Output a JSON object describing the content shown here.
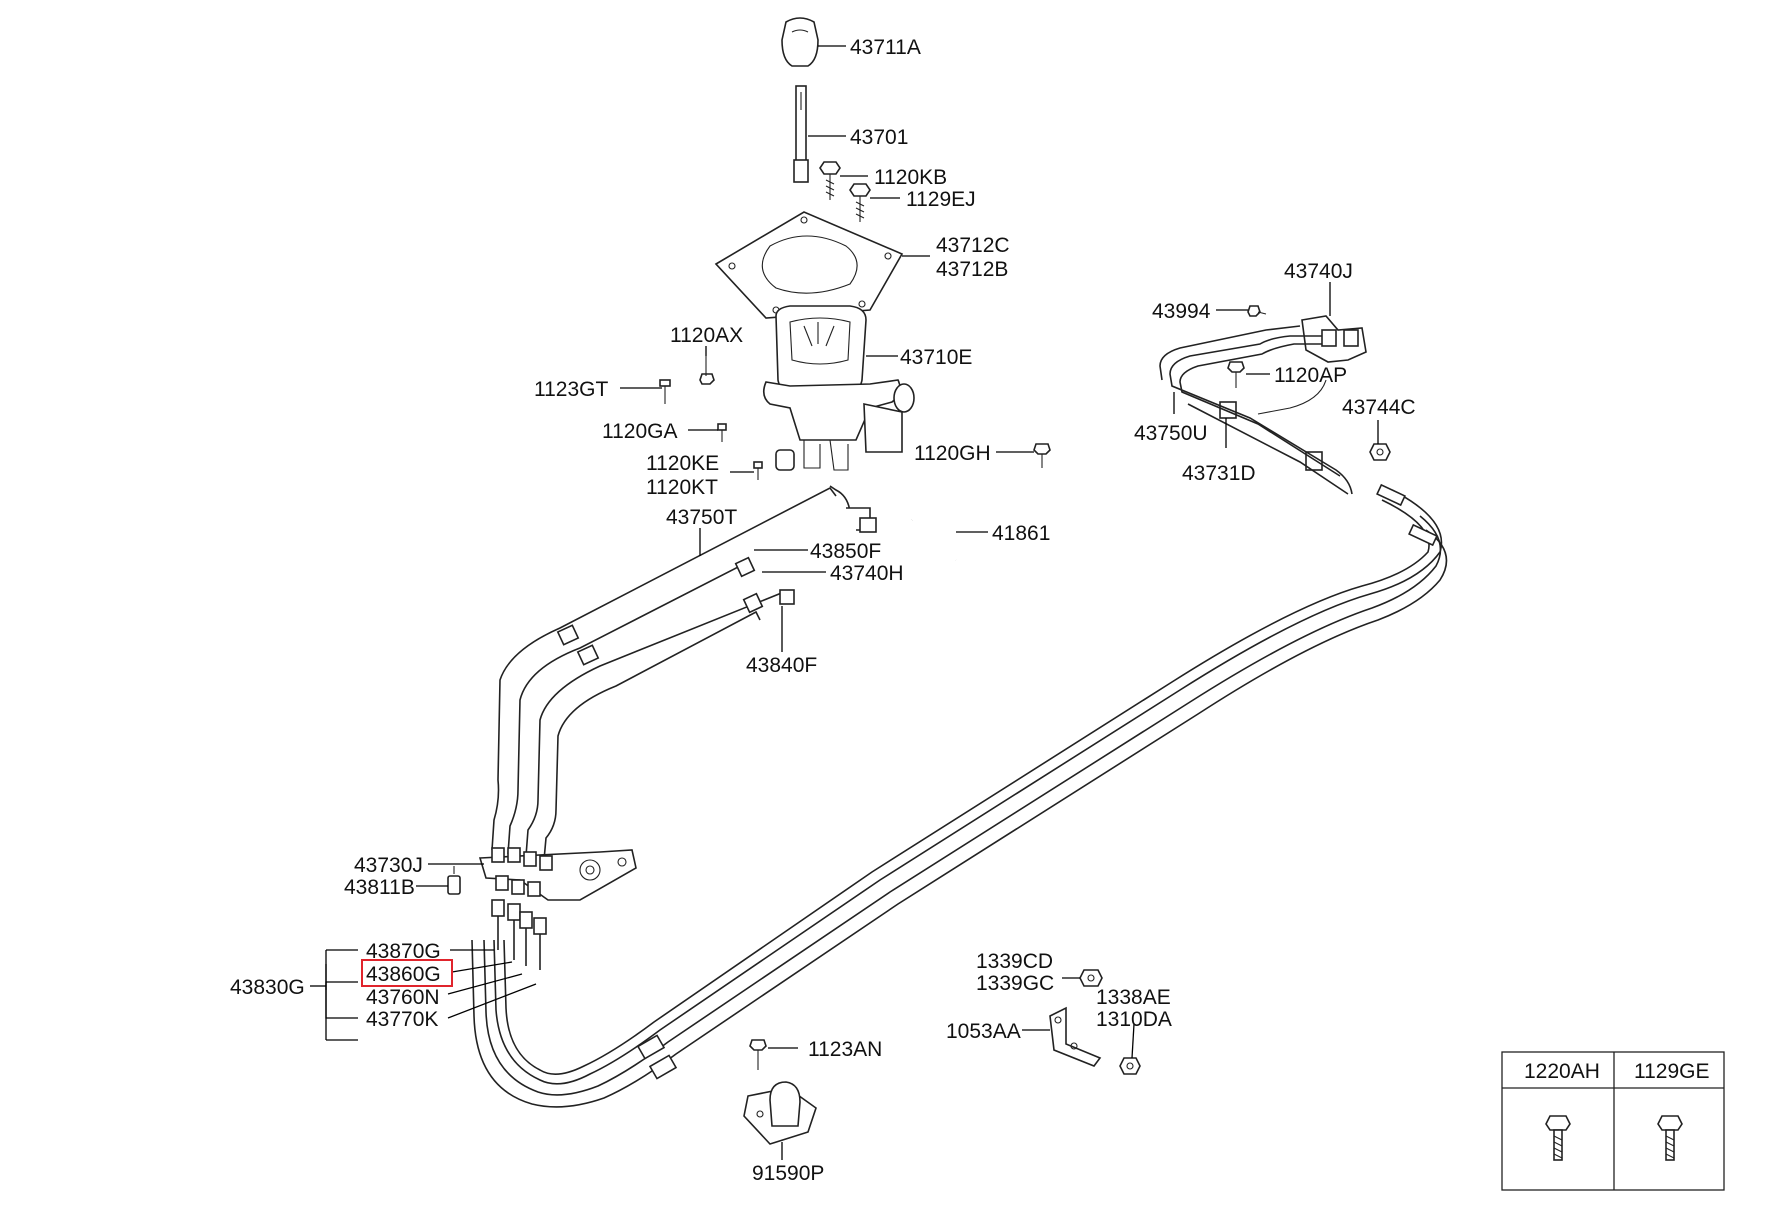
{
  "diagram": {
    "highlight_color": "#e0242c",
    "highlighted_part": "43860G",
    "labels": {
      "l43711A": "43711A",
      "l43701": "43701",
      "l1120KB": "1120KB",
      "l1129EJ": "1129EJ",
      "l43712C": "43712C",
      "l43712B": "43712B",
      "l1120AX": "1120AX",
      "l1123GT": "1123GT",
      "l43710E": "43710E",
      "l1120GA": "1120GA",
      "l1120KE": "1120KE",
      "l1120KT": "1120KT",
      "l1120GH": "1120GH",
      "l43750T": "43750T",
      "l43850F": "43850F",
      "l43740H": "43740H",
      "l41861": "41861",
      "l43840F": "43840F",
      "l43740J": "43740J",
      "l43994": "43994",
      "l1120AP": "1120AP",
      "l43744C": "43744C",
      "l43750U": "43750U",
      "l43731D": "43731D",
      "l43730J": "43730J",
      "l43811B": "43811B",
      "l43870G": "43870G",
      "l43860G": "43860G",
      "l43830G": "43830G",
      "l43760N": "43760N",
      "l43770K": "43770K",
      "l1339CD": "1339CD",
      "l1339GC": "1339GC",
      "l1338AE": "1338AE",
      "l1310DA": "1310DA",
      "l1053AA": "1053AA",
      "l1123AN": "1123AN",
      "l91590P": "91590P"
    },
    "legend": {
      "col1": "1220AH",
      "col2": "1129GE"
    }
  }
}
